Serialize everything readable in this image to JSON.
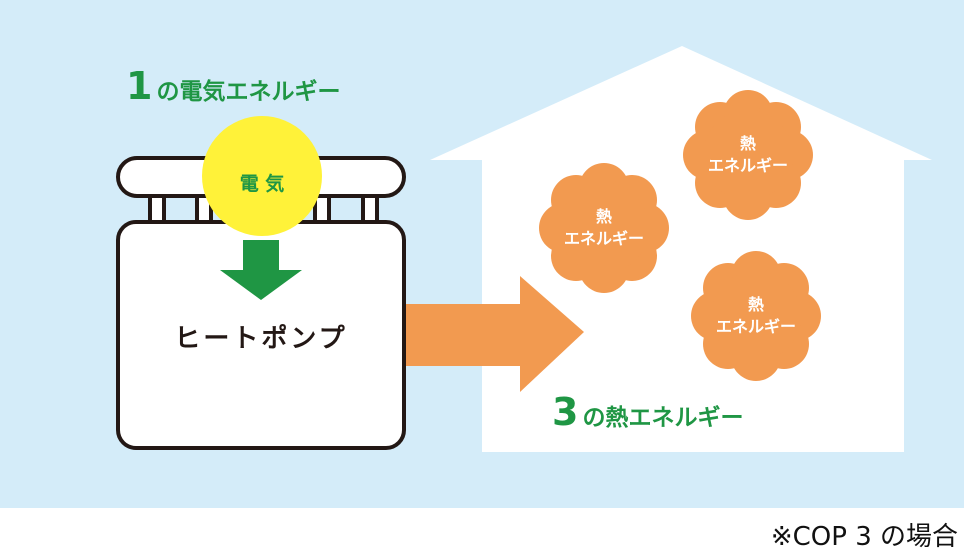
{
  "input_label": {
    "number": "1",
    "text": "の電気エネルギー"
  },
  "electricity_label": "電 気",
  "heat_pump_label": "ヒートポンプ",
  "heat_bubbles": [
    {
      "line1": "熱",
      "line2": "エネルギー"
    },
    {
      "line1": "熱",
      "line2": "エネルギー"
    },
    {
      "line1": "熱",
      "line2": "エネルギー"
    }
  ],
  "output_label": {
    "number": "3",
    "text": "の熱エネルギー"
  },
  "footnote": "※COP 3 の場合",
  "colors": {
    "sky": "#d4ecf9",
    "green": "#1f9644",
    "yellow": "#fff239",
    "orange": "#f29a50",
    "outline": "#231815",
    "white": "#ffffff"
  }
}
